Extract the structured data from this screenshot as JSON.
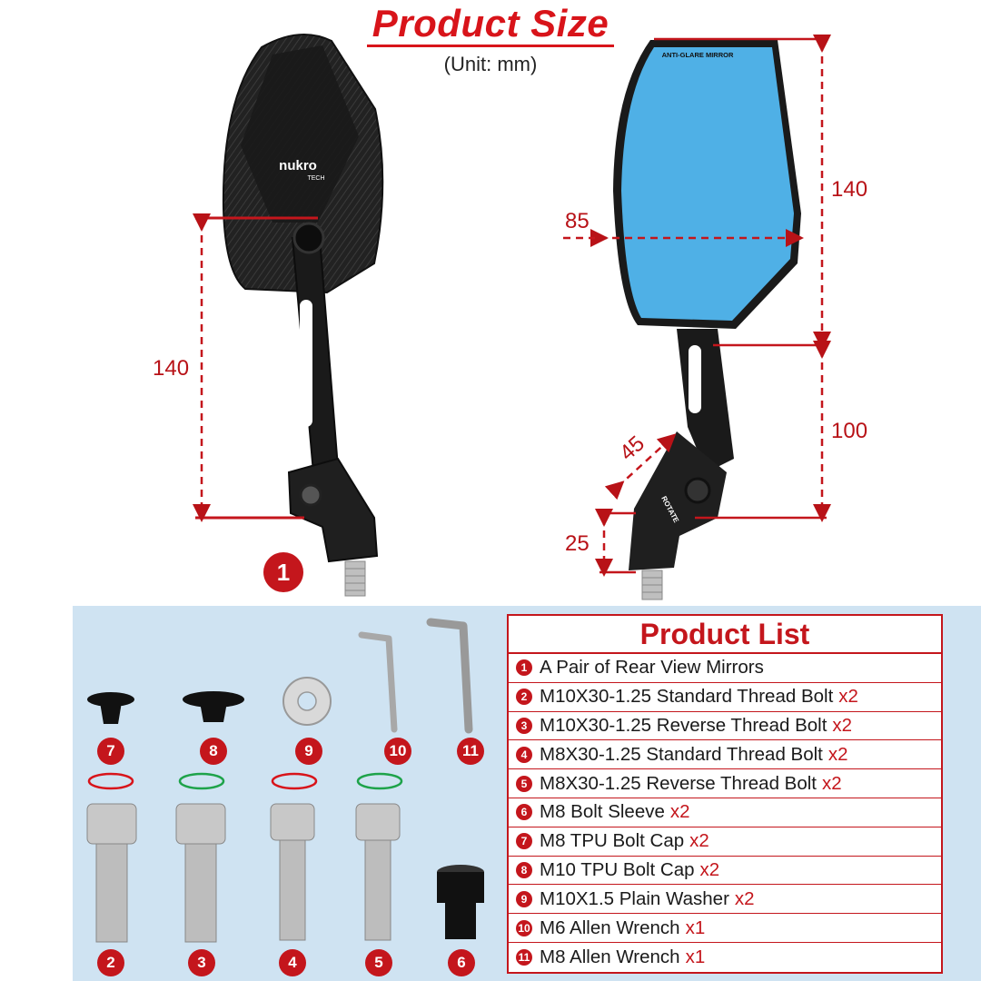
{
  "header": {
    "title": "Product Size",
    "unit": "(Unit: mm)"
  },
  "mirror_left": {
    "brand_top": "nukro",
    "brand_bottom": "TECH",
    "dim_arm": "140",
    "badge": "1"
  },
  "mirror_right": {
    "glass_label": "ANTI-GLARE MIRROR",
    "rotate_label": "ROTATE",
    "dim_width": "85",
    "dim_height": "140",
    "dim_stem": "100",
    "dim_joint": "45",
    "dim_base": "25"
  },
  "parts": [
    {
      "num": "7"
    },
    {
      "num": "8"
    },
    {
      "num": "9"
    },
    {
      "num": "10"
    },
    {
      "num": "11"
    },
    {
      "num": "2"
    },
    {
      "num": "3"
    },
    {
      "num": "4"
    },
    {
      "num": "5"
    },
    {
      "num": "6"
    }
  ],
  "product_list": {
    "title": "Product List",
    "items": [
      {
        "num": "1",
        "text": "A Pair of Rear View Mirrors",
        "qty": ""
      },
      {
        "num": "2",
        "text": "M10X30-1.25 Standard Thread Bolt",
        "qty": "x2"
      },
      {
        "num": "3",
        "text": "M10X30-1.25 Reverse Thread Bolt",
        "qty": "x2"
      },
      {
        "num": "4",
        "text": "M8X30-1.25 Standard Thread Bolt",
        "qty": "x2"
      },
      {
        "num": "5",
        "text": "M8X30-1.25 Reverse Thread Bolt",
        "qty": "x2"
      },
      {
        "num": "6",
        "text": "M8 Bolt Sleeve",
        "qty": "x2"
      },
      {
        "num": "7",
        "text": "M8 TPU Bolt Cap",
        "qty": "x2"
      },
      {
        "num": "8",
        "text": "M10 TPU Bolt Cap",
        "qty": "x2"
      },
      {
        "num": "9",
        "text": "M10X1.5 Plain Washer",
        "qty": "x2"
      },
      {
        "num": "10",
        "text": "M6 Allen Wrench",
        "qty": "x1"
      },
      {
        "num": "11",
        "text": "M8 Allen Wrench",
        "qty": "x1"
      }
    ]
  },
  "colors": {
    "accent": "#d8141a",
    "panel": "#cfe3f2",
    "glass": "#4fb0e6",
    "body": "#1c1c1c"
  }
}
